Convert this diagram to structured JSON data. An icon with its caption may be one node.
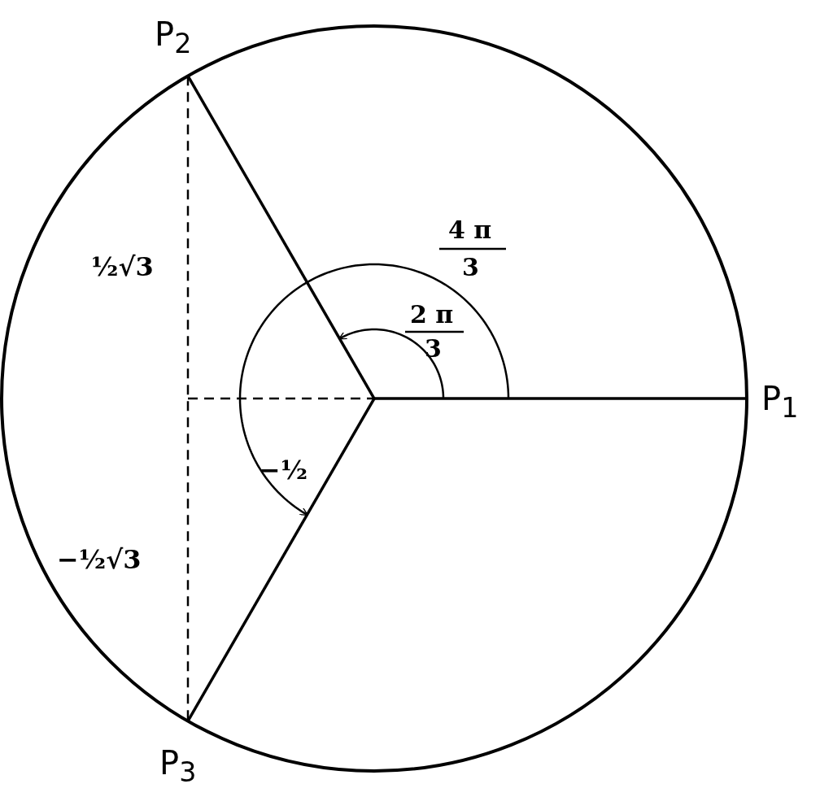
{
  "diagram": {
    "labels": [
      "P$_{2}$",
      "4 π",
      "3",
      "½√3",
      "2 π",
      "3",
      "P$_{1}$",
      "−½",
      "−½√3",
      "P$_{3}$"
    ]
  }
}
